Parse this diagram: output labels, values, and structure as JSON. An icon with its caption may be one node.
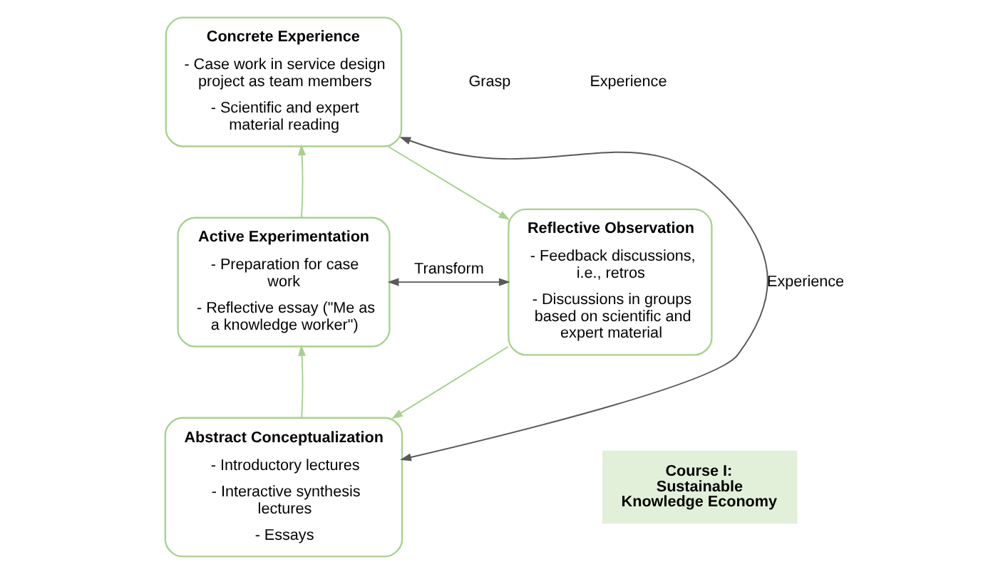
{
  "diagram": {
    "nodes": [
      {
        "text": [
          "Concrete Experience",
          "- Case work in service design project as team members",
          "- Scientific and expert material reading"
        ]
      },
      {
        "text": [
          "Active Experimentation",
          "- Preparation for case work",
          "- Reflective essay (\"Me as a knowledge worker\")"
        ]
      },
      {
        "text": [
          "Reflective Observation",
          "- Feedback discussions, i.e., retros",
          "- Discussions in groups based on scientific and expert material"
        ]
      },
      {
        "text": [
          "Abstract Conceptualization",
          "- Introductory lectures",
          "- Interactive synthesis lectures",
          "- Essays"
        ]
      },
      {
        "text": [
          "Course I: Sustainable Knowledge Economy"
        ]
      }
    ],
    "edges": [
      {
        "from": 0,
        "to": 2,
        "arrow": "to"
      },
      {
        "from": 2,
        "to": 3,
        "arrow": "to"
      },
      {
        "from": 3,
        "to": 1,
        "arrow": "to"
      },
      {
        "from": 1,
        "to": 0,
        "arrow": "to"
      },
      {
        "from": 0,
        "to": 3,
        "arrow": "both",
        "label": "Experience",
        "color": "#595959"
      },
      {
        "from": 1,
        "to": 2,
        "arrow": "both",
        "label": "Transform",
        "color": "#595959"
      }
    ],
    "labels": [
      "Grasp",
      "Experience"
    ]
  }
}
